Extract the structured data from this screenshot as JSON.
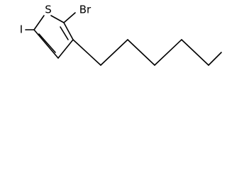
{
  "molecule": {
    "atoms": {
      "sulfur": "S",
      "bromine": "Br",
      "iodine": "I"
    },
    "colors": {
      "bond": "#000000",
      "label": "#000000",
      "background": "#ffffff"
    }
  }
}
